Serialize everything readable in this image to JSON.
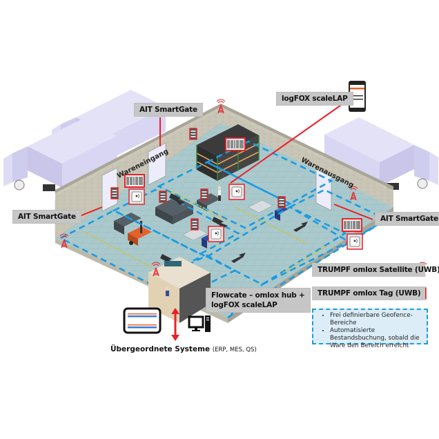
{
  "labels": {
    "smartgate_top": "AIT SmartGate",
    "smartgate_left": "AIT SmartGate",
    "smartgate_right": "AIT SmartGate",
    "logfox": "logFOX scaleLAP",
    "flowcate_line1": "Flowcate – omlox hub +",
    "flowcate_line2": "logFOX scaleLAP"
  },
  "walls": {
    "inbound": "Wareneingang",
    "outbound": "Warenausgang"
  },
  "legend": {
    "satellite": "TRUMPF omlox Satellite (UWB)",
    "tag": "TRUMPF omlox Tag (UWB)",
    "satellite_icon": "antenna-tower-icon",
    "tag_icon": "uwb-tag-icon"
  },
  "geofence": {
    "bullets": [
      "Frei definierbare Geofence-Bereiche",
      "Automatisierte Bestandsbuchung, sobald die Ware den Bereich erreicht"
    ]
  },
  "bottom": {
    "systems_title": "Übergeordnete Systeme",
    "systems_detail": "(ERP, MES, QS)"
  },
  "colors": {
    "accent_red": "#e8202a",
    "geofence_blue": "#1c9be0",
    "label_gray": "#c6c6c6",
    "floor": "#a9c9cc",
    "wall": "#c9c6b8",
    "truck": "#d4d1ee"
  }
}
